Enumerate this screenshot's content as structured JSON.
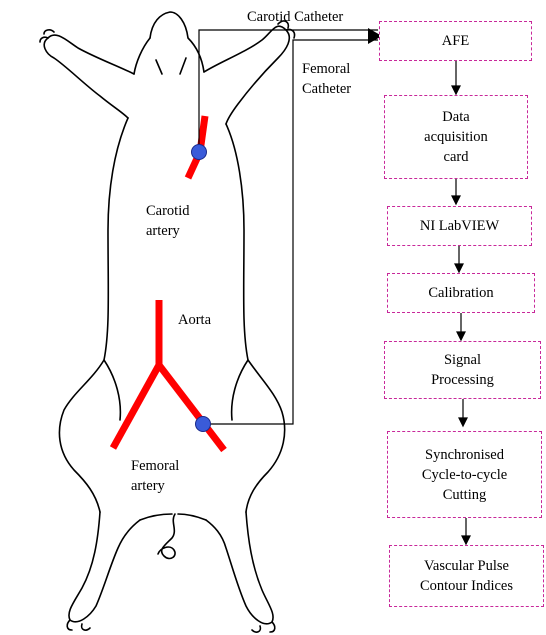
{
  "labels": {
    "carotid_catheter": "Carotid Catheter",
    "femoral_catheter": "Femoral\nCatheter",
    "carotid_artery": "Carotid\nartery",
    "aorta": "Aorta",
    "femoral_artery": "Femoral\nartery"
  },
  "pipeline": [
    "AFE",
    "Data\nacquisition\ncard",
    "NI LabVIEW",
    "Calibration",
    "Signal\nProcessing",
    "Synchronised\nCycle-to-cycle\nCutting",
    "Vascular Pulse\nContour Indices"
  ],
  "colors": {
    "artery": "#ff0000",
    "catheter_site": "#3a5bd9",
    "box_border": "#c8289a",
    "outline": "#000000"
  }
}
